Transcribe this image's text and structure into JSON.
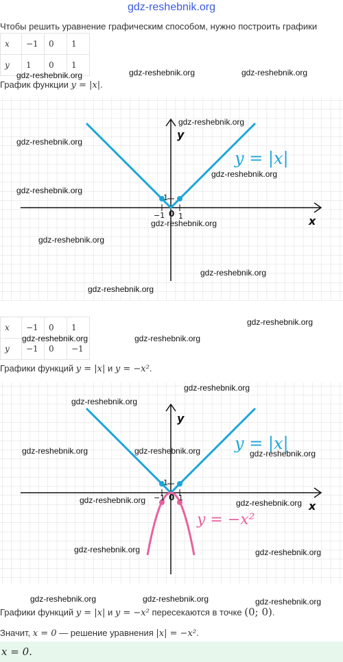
{
  "header": {
    "site_link": "gdz-reshebnik.org"
  },
  "intro": "Чтобы решить уравнение графическим способом, нужно построить графики",
  "table1": {
    "head_x": "x",
    "head_y": "y",
    "x": [
      "−1",
      "0",
      "1"
    ],
    "y": [
      "1",
      "0",
      "1"
    ]
  },
  "caption1": {
    "prefix": "График функции ",
    "formula": "y = |x|",
    "suffix": "."
  },
  "graph1": {
    "axis_x": "x",
    "axis_y": "y",
    "tick_neg1": "−1",
    "tick_1_x": "1",
    "tick_0": "0",
    "tick_1_y": "1",
    "line_label": "y = |x|"
  },
  "table2": {
    "head_x": "x",
    "head_y": "y",
    "x": [
      "−1",
      "0",
      "1"
    ],
    "y": [
      "−1",
      "0",
      "−1"
    ]
  },
  "caption2": {
    "prefix": "Графики функций ",
    "f1": "y = |x|",
    "mid": " и ",
    "f2": "y = −x²",
    "suffix": "."
  },
  "graph2": {
    "axis_x": "x",
    "axis_y": "y",
    "tick_neg1": "−1",
    "tick_1_x": "1",
    "tick_0": "0",
    "tick_1_y": "1",
    "line_label": "y = |x|",
    "parabola_label": "y = −x²"
  },
  "conclusion1": {
    "prefix": "Графики функций ",
    "f1": "y = |x|",
    "mid": " и ",
    "f2": "y = −x²",
    "mid2": " пересекаются в точке ",
    "point": "(0; 0)",
    "suffix": "."
  },
  "conclusion2": {
    "prefix": "Значит, ",
    "x": "x = 0",
    "mid": " — решение уравнения ",
    "eq": "|x| = −x²",
    "suffix": "."
  },
  "answer": "x = 0.",
  "watermark": "gdz-reshebnik.org",
  "colors": {
    "line": "#1ba6d8",
    "parabola": "#e8609e",
    "grid": "#dcdcdc",
    "answer_bg": "#e8f7ec",
    "link": "#3b5bdb"
  }
}
